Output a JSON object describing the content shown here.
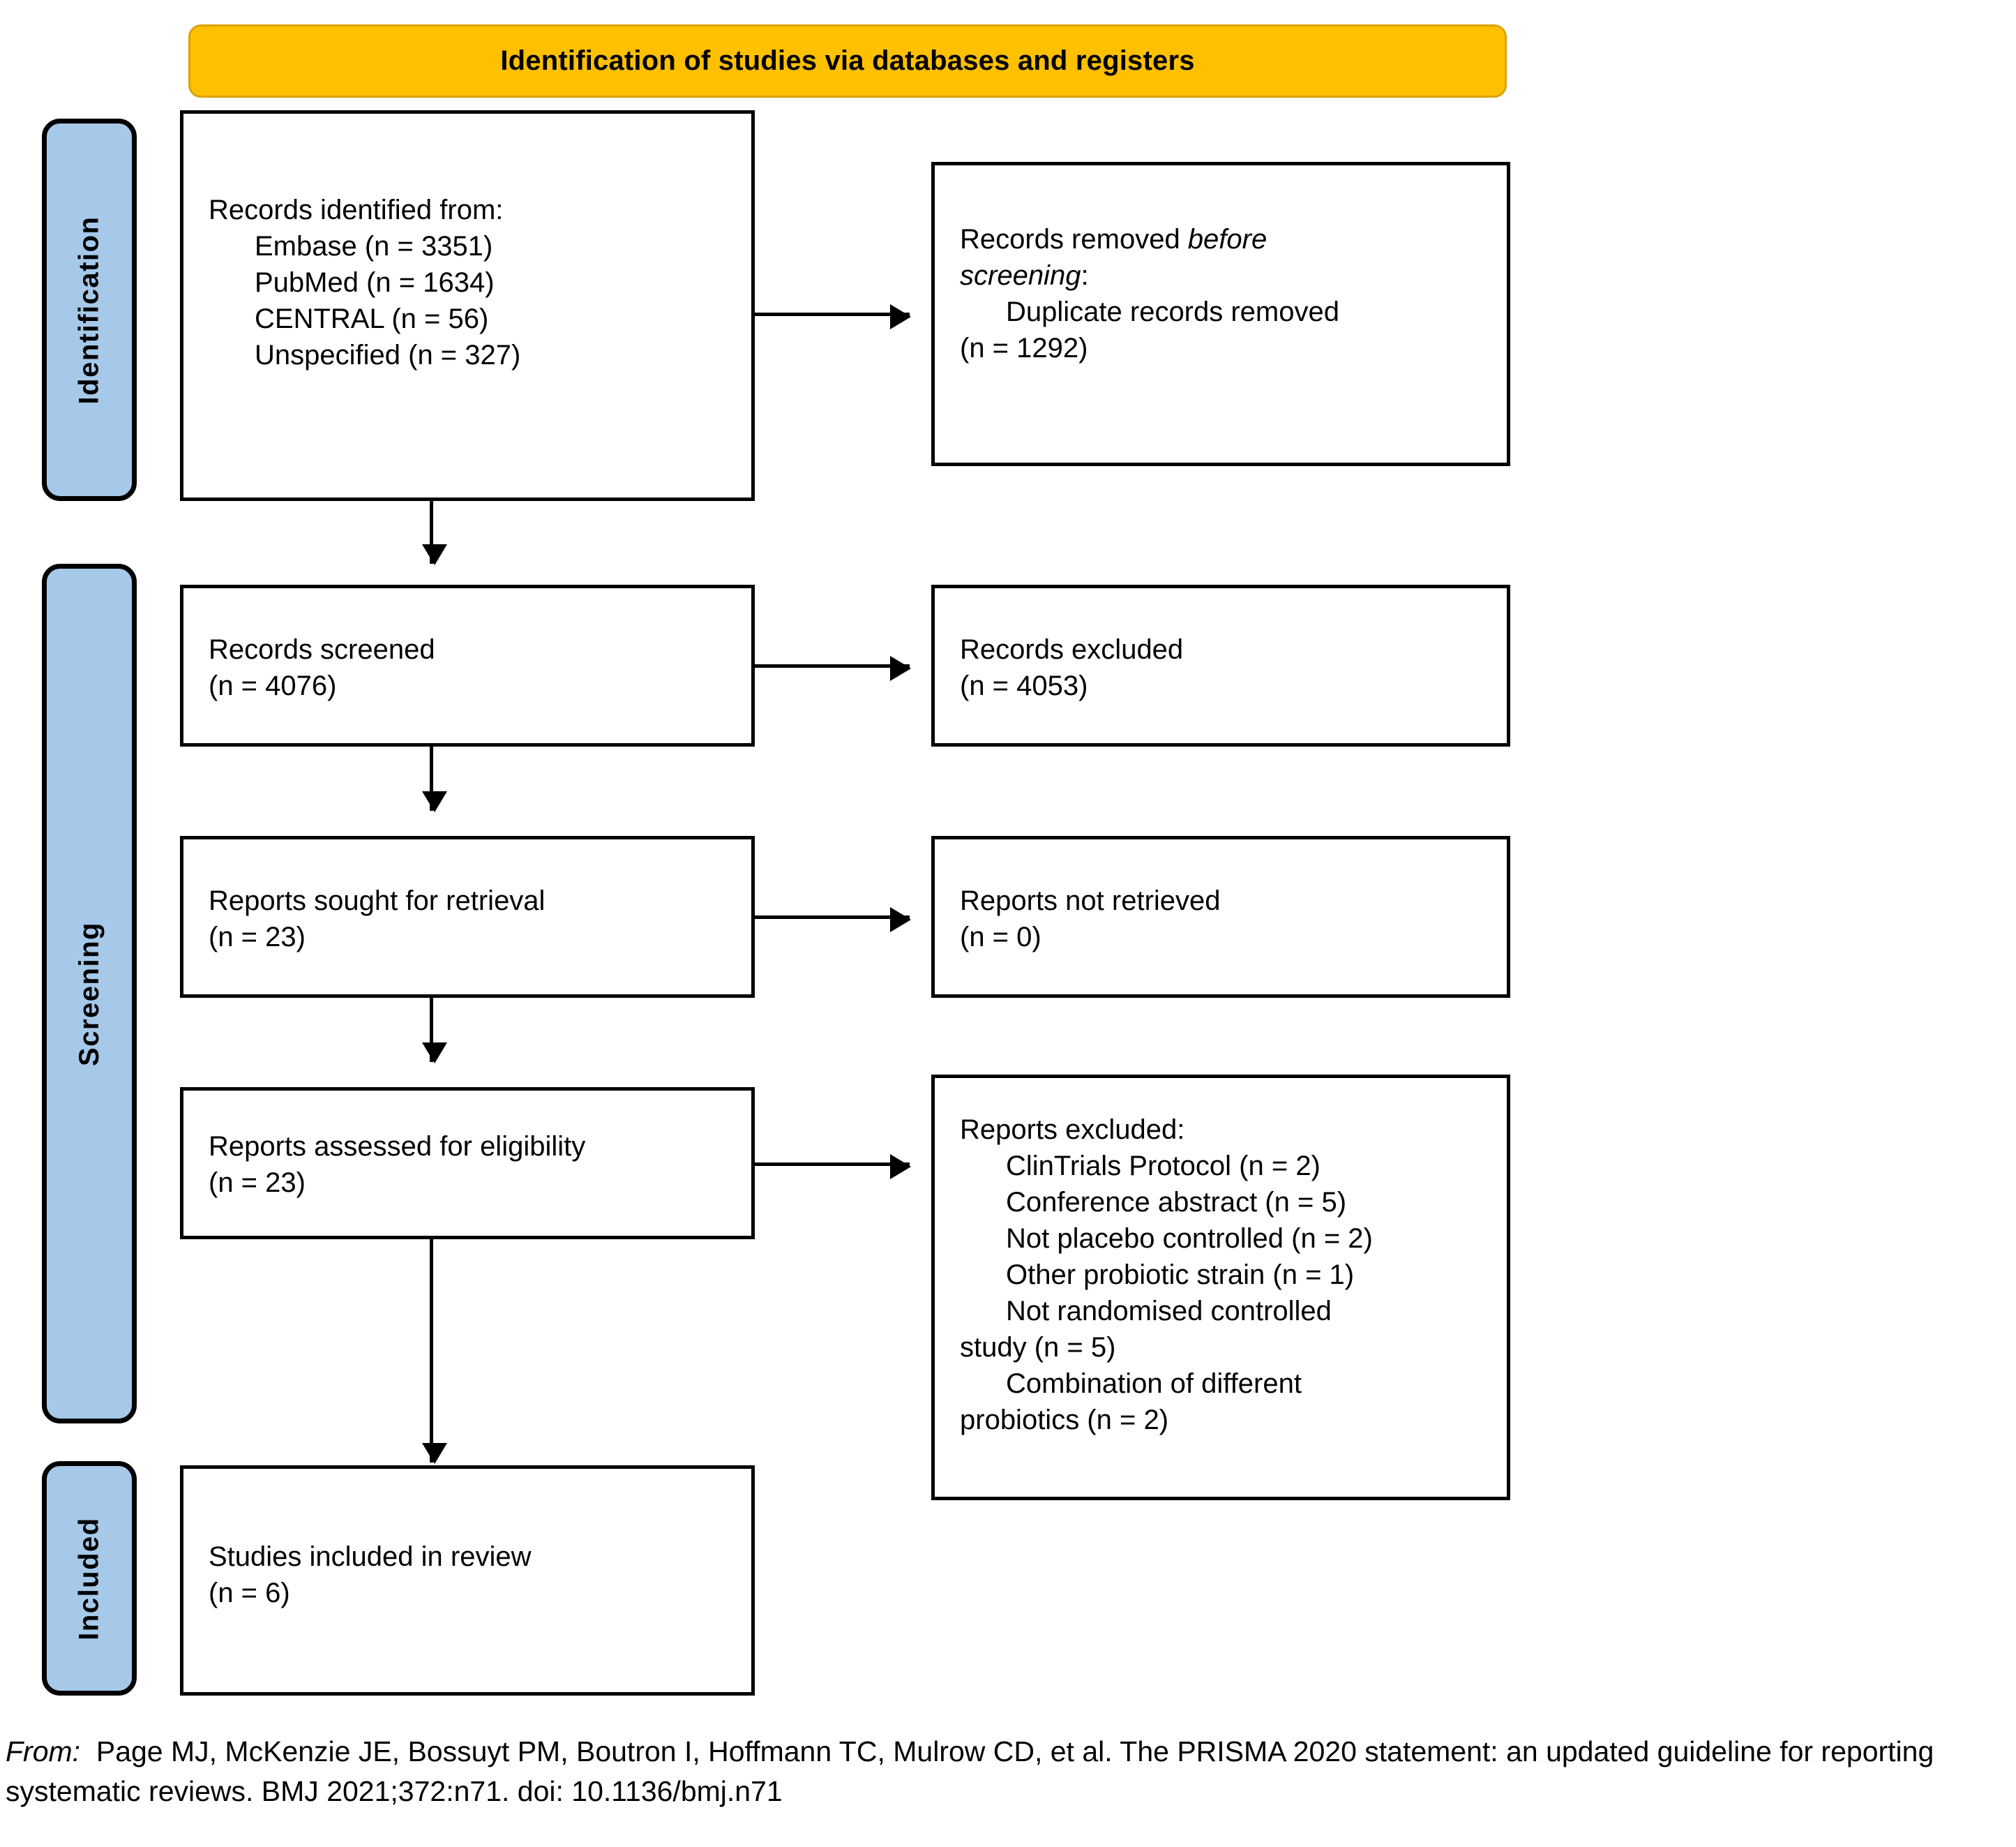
{
  "banner": {
    "title": "Identification of studies via databases and registers",
    "fill_color": "#FFC000",
    "border_color": "#D9A300"
  },
  "phases": {
    "fill_color": "#A6C9E9",
    "border_color": "#000000",
    "items": [
      {
        "label": "Identification"
      },
      {
        "label": "Screening"
      },
      {
        "label": "Included"
      }
    ]
  },
  "boxes": {
    "records_identified": {
      "heading": "Records identified from:",
      "items": [
        "Embase (n = 3351)",
        "PubMed (n = 1634)",
        "CENTRAL (n = 56)",
        "Unspecified (n = 327)"
      ]
    },
    "records_removed": {
      "heading_part1": "Records removed ",
      "heading_italic1": "before",
      "heading_italic2": "screening",
      "heading_colon": ":",
      "item_line1": "Duplicate records removed",
      "item_line2": "(n = 1292)"
    },
    "records_screened": {
      "line1": "Records screened",
      "line2": "(n = 4076)"
    },
    "records_excluded": {
      "line1": "Records excluded",
      "line2": "(n = 4053)"
    },
    "reports_sought": {
      "line1": "Reports sought for retrieval",
      "line2": "(n = 23)"
    },
    "reports_not_retrieved": {
      "line1": "Reports not retrieved",
      "line2": "(n = 0)"
    },
    "reports_assessed": {
      "line1": "Reports assessed for eligibility",
      "line2": "(n = 23)"
    },
    "reports_excluded": {
      "heading": "Reports excluded:",
      "items": [
        {
          "indent_text": "ClinTrials Protocol (n = 2)",
          "wrap_text": null
        },
        {
          "indent_text": "Conference abstract (n = 5)",
          "wrap_text": null
        },
        {
          "indent_text": "Not placebo controlled (n = 2)",
          "wrap_text": null
        },
        {
          "indent_text": "Other probiotic strain (n = 1)",
          "wrap_text": null
        },
        {
          "indent_text": "Not randomised controlled",
          "wrap_text": "study (n = 5)"
        },
        {
          "indent_text": "Combination of different",
          "wrap_text": "probiotics (n = 2)"
        }
      ]
    },
    "studies_included": {
      "line1": "Studies included in review",
      "line2": "(n = 6)"
    }
  },
  "footer": {
    "from_label": "From:",
    "citation": "Page MJ, McKenzie JE, Bossuyt PM, Boutron I, Hoffmann TC, Mulrow CD, et al. The PRISMA 2020 statement: an updated guideline for reporting systematic reviews. BMJ 2021;372:n71. doi: 10.1136/bmj.n71"
  }
}
